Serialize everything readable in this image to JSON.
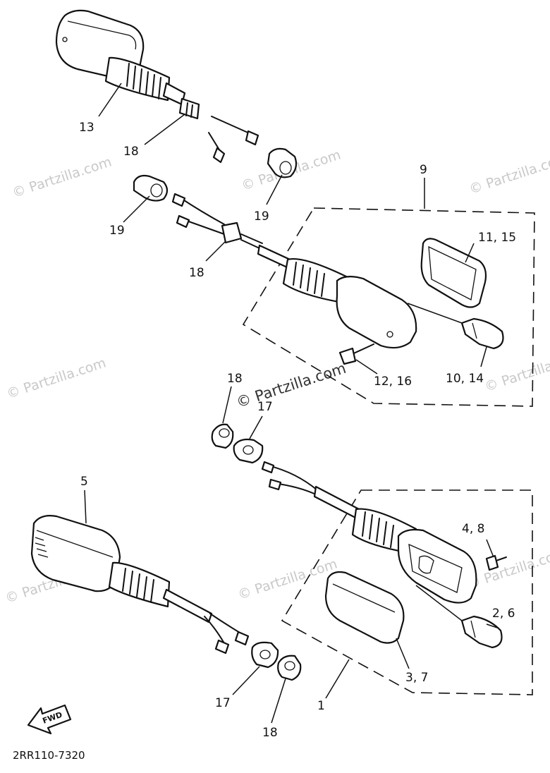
{
  "watermark": "© Partzilla.com",
  "diagram_code": "2RR110-7320",
  "fwd_label": "FWD",
  "callouts": {
    "c13": "13",
    "c18a": "18",
    "c19a": "19",
    "c19b": "19",
    "c9": "9",
    "c18b": "18",
    "c11_15": "11, 15",
    "c10_14": "10, 14",
    "c12_16": "12, 16",
    "c18c": "18",
    "c17a": "17",
    "c5": "5",
    "c4_8": "4, 8",
    "c2_6": "2, 6",
    "c3_7": "3, 7",
    "c1": "1",
    "c17b": "17",
    "c18d": "18"
  }
}
